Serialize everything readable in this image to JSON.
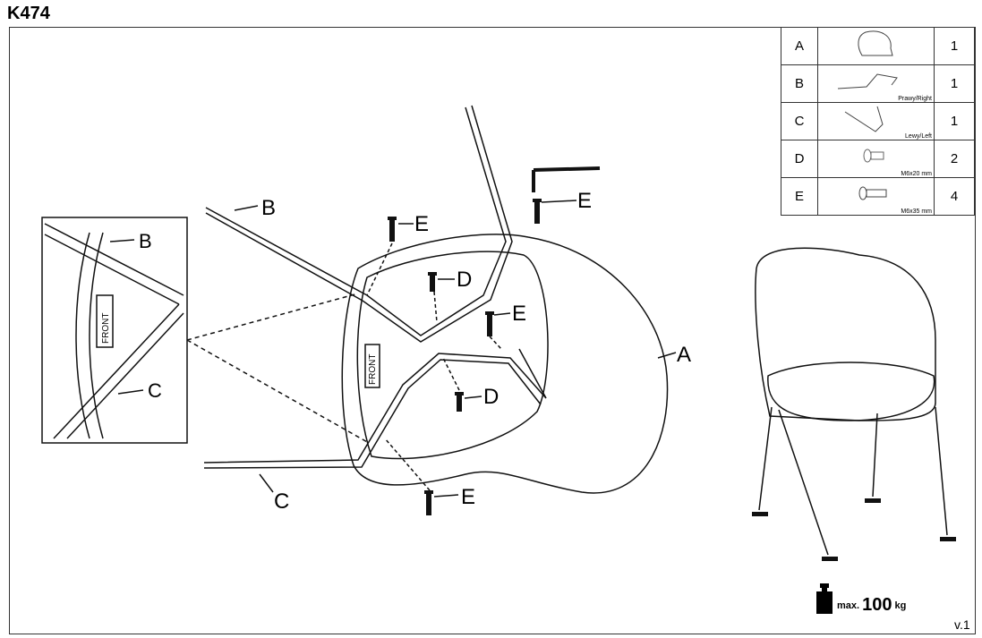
{
  "title": "K474",
  "parts": [
    {
      "label": "A",
      "qty": "1",
      "note": ""
    },
    {
      "label": "B",
      "qty": "1",
      "note": "Prawy/Right"
    },
    {
      "label": "C",
      "qty": "1",
      "note": "Lewy/Left"
    },
    {
      "label": "D",
      "qty": "2",
      "note": "M6x20 mm"
    },
    {
      "label": "E",
      "qty": "4",
      "note": "M6x35 mm"
    }
  ],
  "diagram_labels": {
    "A": "A",
    "B": "B",
    "C": "C",
    "D": "D",
    "E": "E",
    "front": "FRONT"
  },
  "max_load": {
    "prefix": "max.",
    "value": "100",
    "unit": "kg"
  },
  "version": "v.1"
}
